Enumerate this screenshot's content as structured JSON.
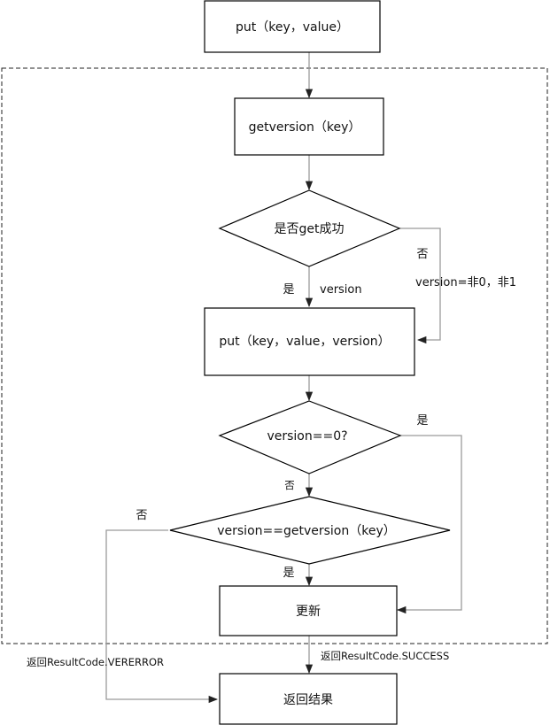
{
  "diagram": {
    "type": "flowchart",
    "colors": {
      "node_border": "#000000",
      "edge": "#9a9a9a",
      "arrowhead": "#222222",
      "group_border": "#222222",
      "text": "#111111"
    },
    "nodes": {
      "put_key_value": "put（key，value）",
      "getversion": "getversion（key）",
      "get_success": "是否get成功",
      "put_with_version": "put（key，value，version）",
      "version_zero": "version==0?",
      "version_equal": "version==getversion（key）",
      "update": "更新",
      "return_result": "返回结果"
    },
    "edge_labels": {
      "get_success_yes": "是",
      "get_success_yes_value": "version",
      "get_success_no": "否",
      "get_success_no_value": "version=非0，非1",
      "version_zero_yes": "是",
      "version_zero_no": "否",
      "version_equal_no": "否",
      "version_equal_yes": "是",
      "return_error": "返回ResultCode.VERERROR",
      "return_success": "返回ResultCode.SUCCESS"
    }
  }
}
